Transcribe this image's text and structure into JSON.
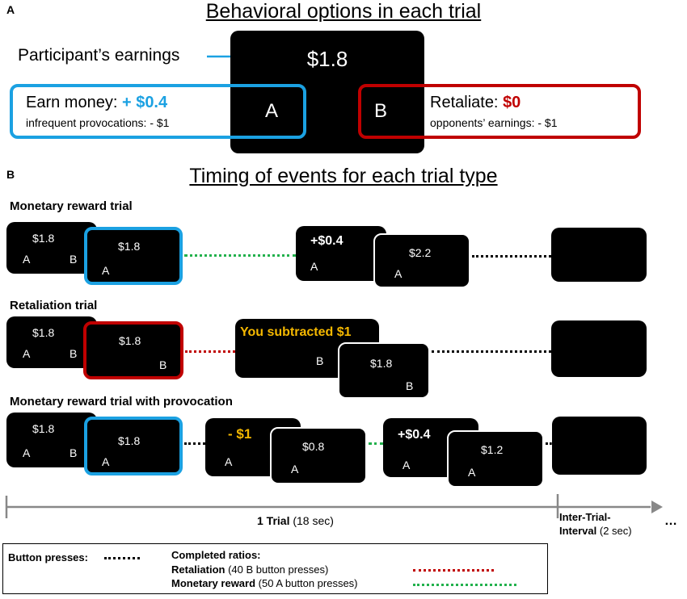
{
  "panel_a": {
    "label": "A",
    "heading": "Behavioral options in each trial",
    "earnings_caption": "Participant’s earnings",
    "center_amount": "$1.8",
    "option_a": {
      "key": "A",
      "title": "Earn money: ",
      "value": "+ $0.4",
      "sub": "infrequent provocations: - $1"
    },
    "option_b": {
      "key": "B",
      "title": "Retaliate: ",
      "value": "$0",
      "sub": "opponents’ earnings: - $1"
    }
  },
  "panel_b": {
    "label": "B",
    "heading": "Timing of events for each trial type",
    "rows": [
      {
        "title": "Monetary reward trial",
        "s1": {
          "amount": "$1.8",
          "a": "A",
          "b": "B"
        },
        "s2": {
          "amount": "$1.8",
          "a": "A"
        },
        "s3": {
          "amount": "+$0.4",
          "a": "A"
        },
        "s4": {
          "amount": "$2.2",
          "a": "A"
        }
      },
      {
        "title": "Retaliation trial",
        "s1": {
          "amount": "$1.8",
          "a": "A",
          "b": "B"
        },
        "s2": {
          "amount": "$1.8",
          "b": "B"
        },
        "s3": {
          "amount": "You subtracted $1",
          "b": "B"
        },
        "s4": {
          "amount": "$1.8",
          "b": "B"
        }
      },
      {
        "title": "Monetary reward trial with provocation",
        "s1": {
          "amount": "$1.8",
          "a": "A",
          "b": "B"
        },
        "s2": {
          "amount": "$1.8",
          "a": "A"
        },
        "s3": {
          "amount": "- $1",
          "a": "A"
        },
        "s4": {
          "amount": "$0.8",
          "a": "A"
        },
        "s5": {
          "amount": "+$0.4",
          "a": "A"
        },
        "s6": {
          "amount": "$1.2",
          "a": "A"
        }
      }
    ],
    "timeline": {
      "trial_label": "1 Trial",
      "trial_duration": " (18 sec)",
      "iti_label_1": "Inter-Trial-",
      "iti_label_2": "Interval",
      "iti_duration": " (2 sec)",
      "ellipsis": "…"
    },
    "legend": {
      "button_presses": "Button presses:",
      "completed_ratios": "Completed ratios:",
      "retaliation": "Retaliation",
      "retaliation_detail": " (40 B button presses)",
      "monetary": "Monetary reward",
      "monetary_detail": " (50 A button presses)"
    }
  },
  "colors": {
    "blue": "#1ba1e2",
    "red": "#c00000",
    "green": "#22b14c",
    "yellow": "#f5b800"
  }
}
